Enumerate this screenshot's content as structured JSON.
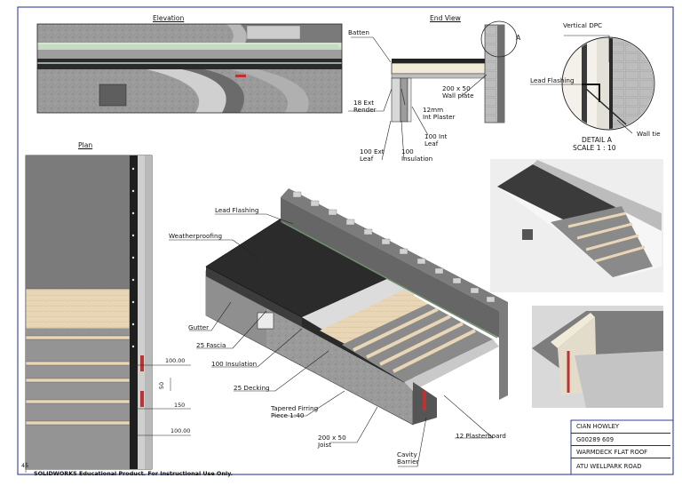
{
  "views": {
    "elevation": "Elevation",
    "end_view": "End View",
    "plan": "Plan",
    "detail": "DETAIL A",
    "detail_scale": "SCALE 1 : 10",
    "detail_marker": "A"
  },
  "labels": {
    "batten": "Batten",
    "wall_plate": "200 x 50\nWall plate",
    "ext_render": "18 Ext\nRender",
    "int_plaster": "12mm\nInt Plaster",
    "int_leaf": "100 Int\nLeaf",
    "ext_leaf": "100 Ext\nLeaf",
    "insulation_end": "100\nInsulation",
    "vertical_dpc": "Vertical DPC",
    "lead_flashing_detail": "Lead Flashing",
    "wall_tie": "Wall tie",
    "lead_flashing": "Lead Flashing",
    "weatherproofing": "Weatherproofing",
    "gutter": "Gutter",
    "fascia": "25 Fascia",
    "insulation": "100 Insulation",
    "decking": "25 Decking",
    "tapered_firring": "Tapered Firring\nPiece 1:40",
    "joist": "200 x 50\nJoist",
    "cavity_barrier": "Cavity\nBarrier",
    "plasterboard": "12 Plasterboard"
  },
  "plan_dims": [
    "100.00",
    "50",
    "150",
    "100.00",
    "45"
  ],
  "title_block": [
    "CIAN HOWLEY",
    "G00289 609",
    "WARMDECK FLAT ROOF",
    "ATU WELLPARK ROAD"
  ],
  "watermark": "SOLIDWORKS Educational Product. For Instructional Use Only."
}
